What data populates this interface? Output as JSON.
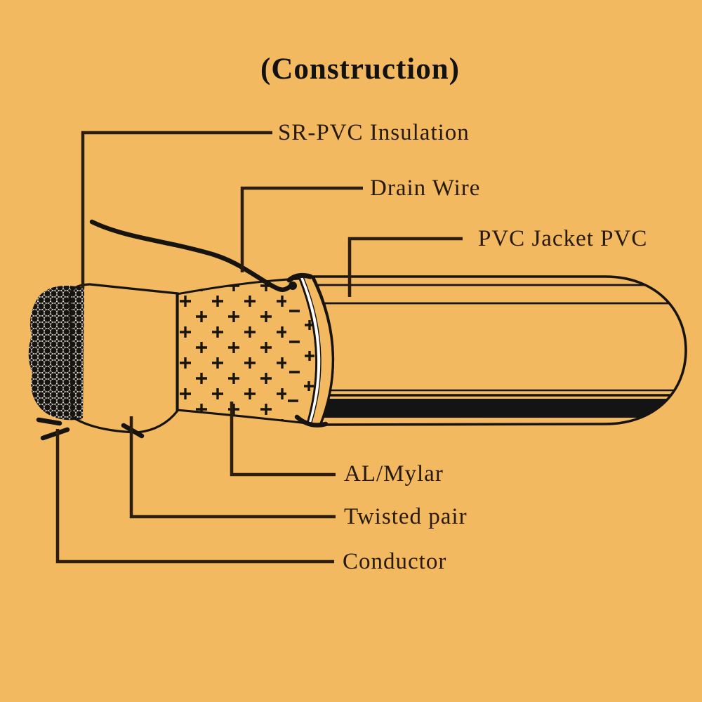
{
  "title": "(Construction)",
  "labels": {
    "sr_pvc": "SR-PVC Insulation",
    "drain_wire": "Drain Wire",
    "pvc_jacket": "PVC Jacket PVC",
    "al_mylar": "AL/Mylar",
    "twisted_pair": "Twisted pair",
    "conductor": "Conductor"
  },
  "colors": {
    "background": "#f2b960",
    "drawing_ink": "#17130e",
    "leader_line": "#2c1d0e",
    "label_text": "#27190b",
    "title_text": "#141210",
    "band_fill": "#141414",
    "cable_body": "#ffffff"
  }
}
